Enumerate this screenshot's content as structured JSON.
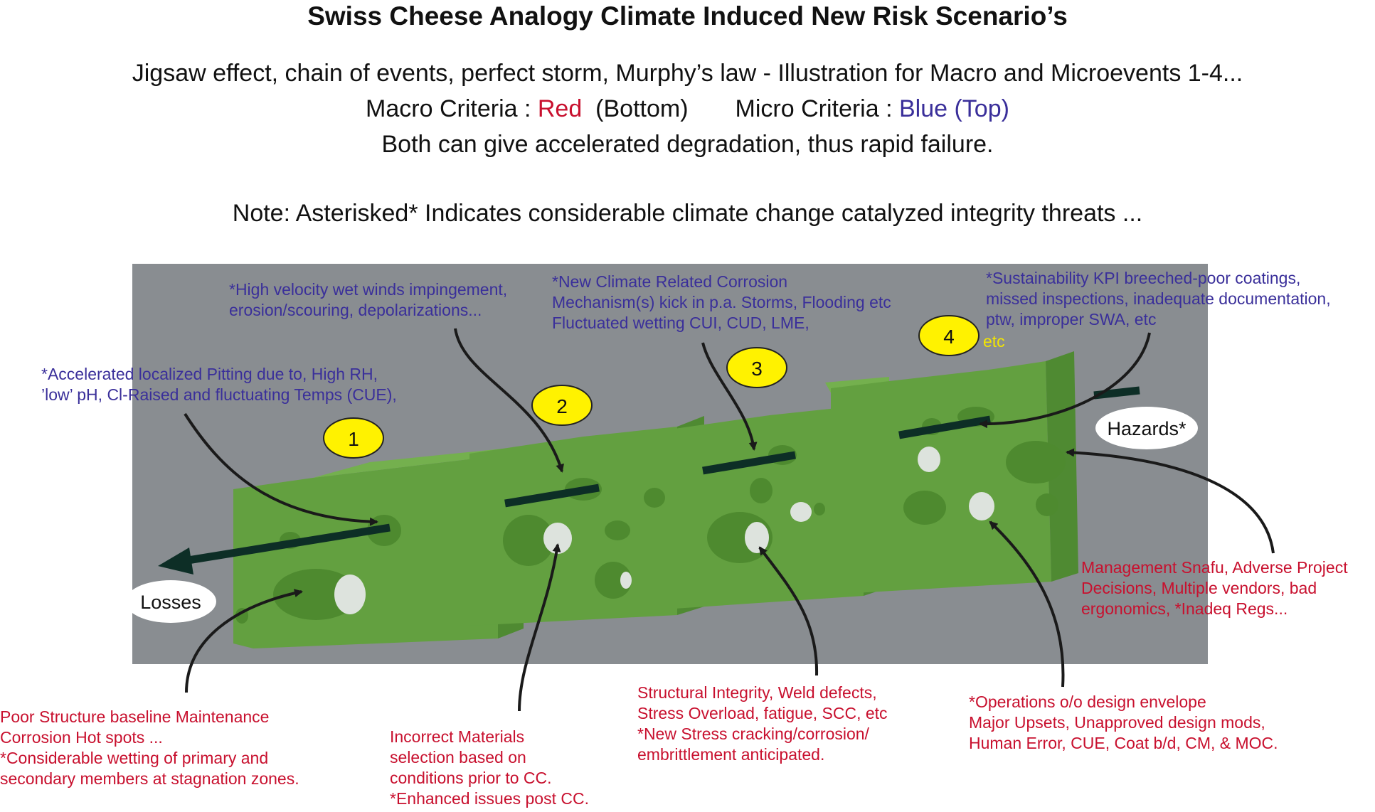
{
  "title": "Swiss Cheese Analogy Climate Induced New Risk Scenario’s",
  "subtitle": "Jigsaw effect, chain of events, perfect storm, Murphy’s law  -  Illustration for Macro and Microevents 1-4...",
  "criteria": {
    "macro_label": "Macro Criteria : ",
    "macro_color_word": "Red",
    "macro_position": "(Bottom)",
    "micro_label": "Micro Criteria : ",
    "micro_color_word": "Blue (Top)"
  },
  "both_line": "Both can give accelerated degradation, thus rapid failure.",
  "note": "Note: Asterisked* Indicates considerable climate change catalyzed integrity threats ...",
  "colors": {
    "macro_red": "#c8102e",
    "micro_blue": "#3a2f9a",
    "cheese_green": "#63a040",
    "background_grey": "#898d91",
    "marker_yellow": "#fff200"
  },
  "markers": [
    "1",
    "2",
    "3",
    "4"
  ],
  "end_labels": {
    "losses": "Losses",
    "hazards": "Hazards*"
  },
  "micro_events": {
    "m1": {
      "line1": "*Accelerated localized Pitting due to, High RH,",
      "line2": "’low’ pH, Cl-Raised and fluctuating Temps (CUE),"
    },
    "m2": {
      "line1": "*High velocity wet winds impingement,",
      "line2": "erosion/scouring, depolarizations..."
    },
    "m3": {
      "line1": "*New Climate Related Corrosion",
      "line2": "Mechanism(s) kick in p.a. Storms, Flooding etc",
      "line3": "Fluctuated wetting CUI, CUD, LME,"
    },
    "m4": {
      "line1": "*Sustainability KPI breeched-poor  coatings,",
      "line2": "missed  inspections, inadequate documentation,",
      "line3": "ptw, improper SWA, etc",
      "line4": "etc"
    }
  },
  "macro_events": {
    "a1": {
      "line1": "Poor Structure baseline Maintenance",
      "line2": "Corrosion Hot spots ...",
      "line3": "*Considerable wetting of primary and",
      "line4": "secondary members at stagnation zones."
    },
    "a2": {
      "line1": "Incorrect  Materials",
      "line2": "selection based on",
      "line3": "conditions prior to CC.",
      "line4": "*Enhanced issues post CC."
    },
    "a3": {
      "line1": "Structural Integrity, Weld defects,",
      "line2": "Stress Overload, fatigue, SCC, etc",
      "line3": "*New Stress cracking/corrosion/",
      "line4": "embrittlement anticipated."
    },
    "a4": {
      "line1": "*Operations o/o design envelope",
      "line2": "Major Upsets, Unapproved design mods,",
      "line3": "Human Error, CUE, Coat b/d, CM, & MOC."
    },
    "a5": {
      "line1": "Management Snafu, Adverse Project",
      "line2": "Decisions, Multiple vendors, bad",
      "line3": "ergonomics, *Inadeq Regs..."
    }
  }
}
